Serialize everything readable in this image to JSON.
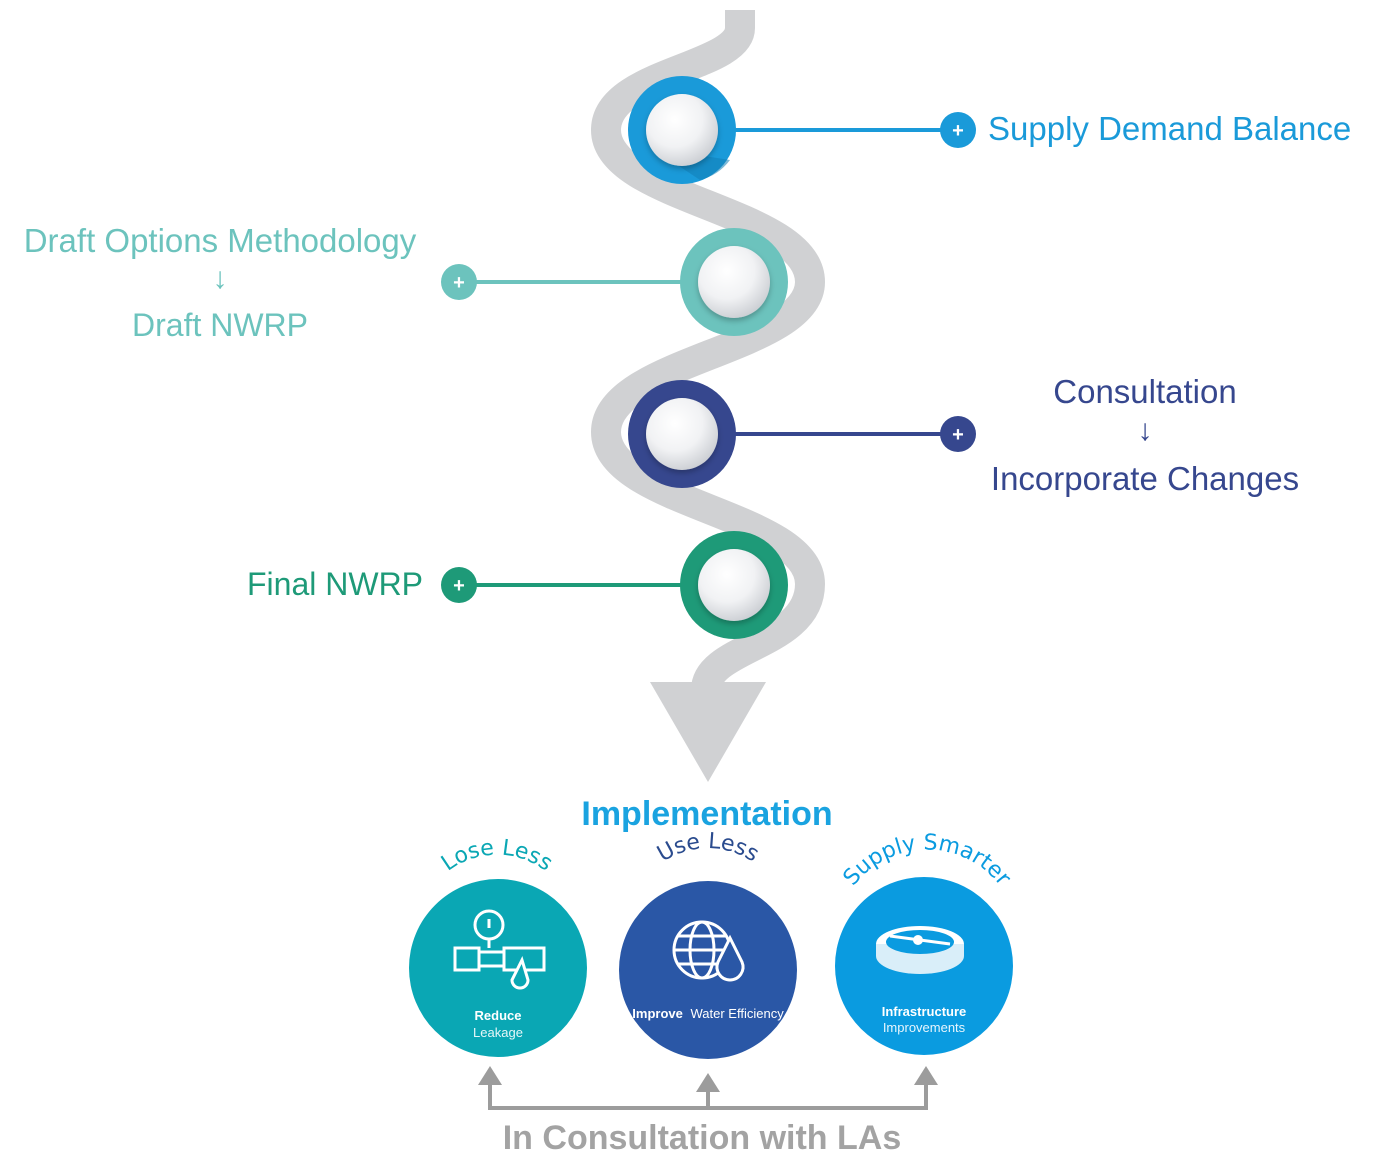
{
  "steps": [
    {
      "label": "Supply Demand Balance",
      "color": "#1a9ad9"
    },
    {
      "label_top": "Draft Options Methodology",
      "label_bottom": "Draft NWRP",
      "color": "#6cc3bd"
    },
    {
      "label_top": "Consultation",
      "label_bottom": "Incorporate Changes",
      "color": "#36478e"
    },
    {
      "label": "Final NWRP",
      "color": "#1e9a78"
    }
  ],
  "step_arrow_glyph": "↓",
  "plus_icon_glyph": "+",
  "implementation": {
    "title": "Implementation",
    "cards": [
      {
        "arc_label": "Lose Less",
        "bold": "Reduce",
        "rest": "Leakage",
        "icon": "pipe-leak-icon",
        "color": "#0aa7b4",
        "arc_color": "#0aa7b4"
      },
      {
        "arc_label": "Use Less",
        "bold": "Improve",
        "rest": "Water Efficiency",
        "icon": "globe-drop-icon",
        "color": "#2a57a6",
        "arc_color": "#2a4b8e"
      },
      {
        "arc_label": "Supply Smarter",
        "bold": "Infrastructure",
        "rest": "Improvements",
        "icon": "treatment-tank-icon",
        "color": "#0a9be0",
        "arc_color": "#0a9be0"
      }
    ],
    "consultation_label": "In Consultation with LAs"
  },
  "colors": {
    "path": "#d0d1d3",
    "arrows": "#9c9c9c"
  }
}
